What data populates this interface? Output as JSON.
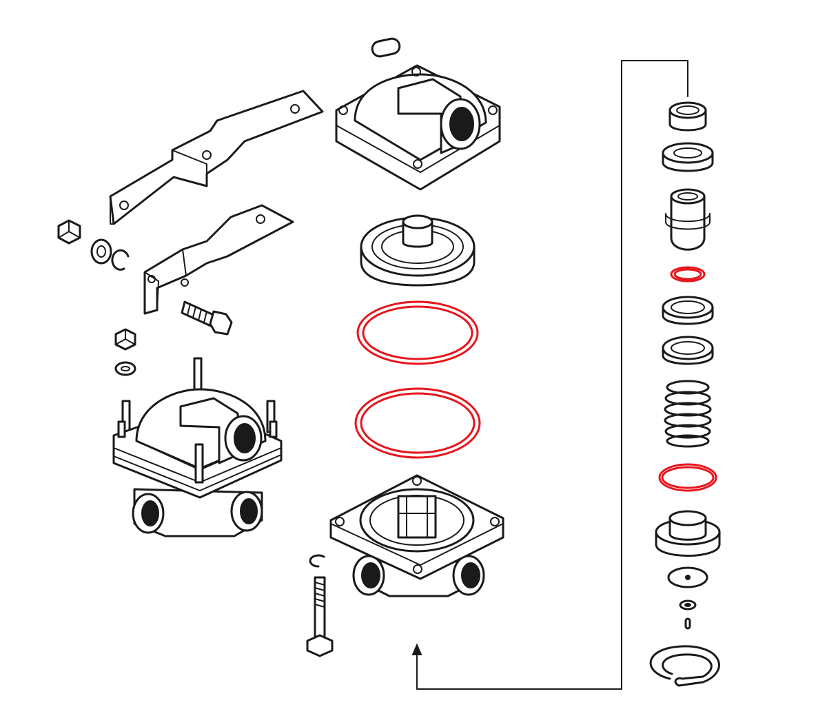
{
  "colors": {
    "line": "#1a1a1a",
    "background": "#ffffff",
    "highlight_seal": "#e8141b"
  },
  "parts": {
    "highlighted_seals": [
      "large-o-ring-upper",
      "large-o-ring-lower",
      "small-o-ring-stack",
      "medium-o-ring-stack"
    ]
  }
}
